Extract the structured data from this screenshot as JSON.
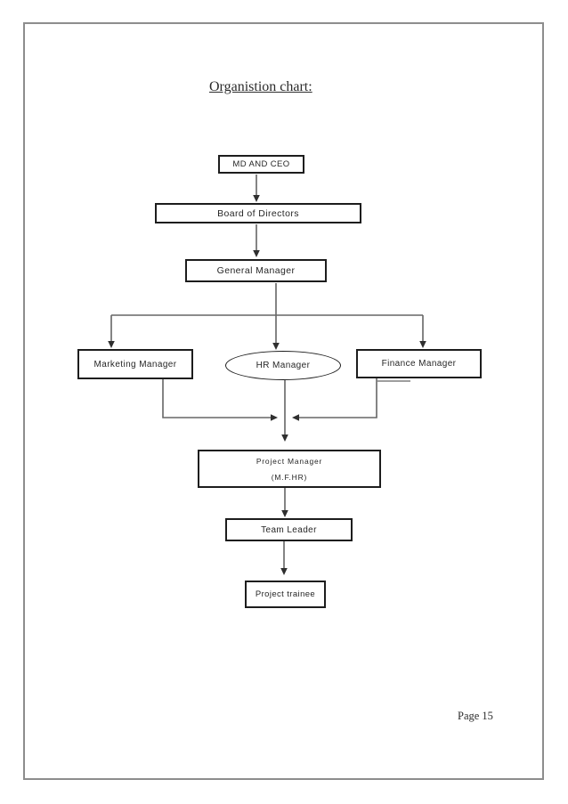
{
  "document": {
    "title": "Organistion chart:",
    "page_label": "Page 15"
  },
  "org_chart": {
    "nodes": {
      "md_ceo": {
        "label": "MD AND CEO",
        "shape": "rect"
      },
      "board_of_directors": {
        "label": "Board of Directors",
        "shape": "rect"
      },
      "general_manager": {
        "label": "General Manager",
        "shape": "rect"
      },
      "marketing_manager": {
        "label": "Marketing Manager",
        "shape": "rect"
      },
      "hr_manager": {
        "label": "HR Manager",
        "shape": "ellipse"
      },
      "finance_manager": {
        "label": "Finance Manager",
        "shape": "rect"
      },
      "project_manager": {
        "label": "Project Manager",
        "sublabel": "(M.F.HR)",
        "shape": "rect"
      },
      "team_leader": {
        "label": "Team Leader",
        "shape": "rect"
      },
      "project_trainee": {
        "label": "Project trainee",
        "shape": "rect"
      }
    },
    "edges": [
      {
        "from": "md_ceo",
        "to": "board_of_directors"
      },
      {
        "from": "board_of_directors",
        "to": "general_manager"
      },
      {
        "from": "general_manager",
        "to": "marketing_manager"
      },
      {
        "from": "general_manager",
        "to": "hr_manager"
      },
      {
        "from": "general_manager",
        "to": "finance_manager"
      },
      {
        "from": "marketing_manager",
        "to": "project_manager"
      },
      {
        "from": "hr_manager",
        "to": "project_manager"
      },
      {
        "from": "finance_manager",
        "to": "project_manager"
      },
      {
        "from": "project_manager",
        "to": "team_leader"
      },
      {
        "from": "team_leader",
        "to": "project_trainee"
      }
    ]
  },
  "colors": {
    "page_border": "#8d8d8d",
    "node_border": "#1d1d1d",
    "connector": "#666666",
    "arrowhead": "#2f2f2f",
    "text": "#262626"
  }
}
